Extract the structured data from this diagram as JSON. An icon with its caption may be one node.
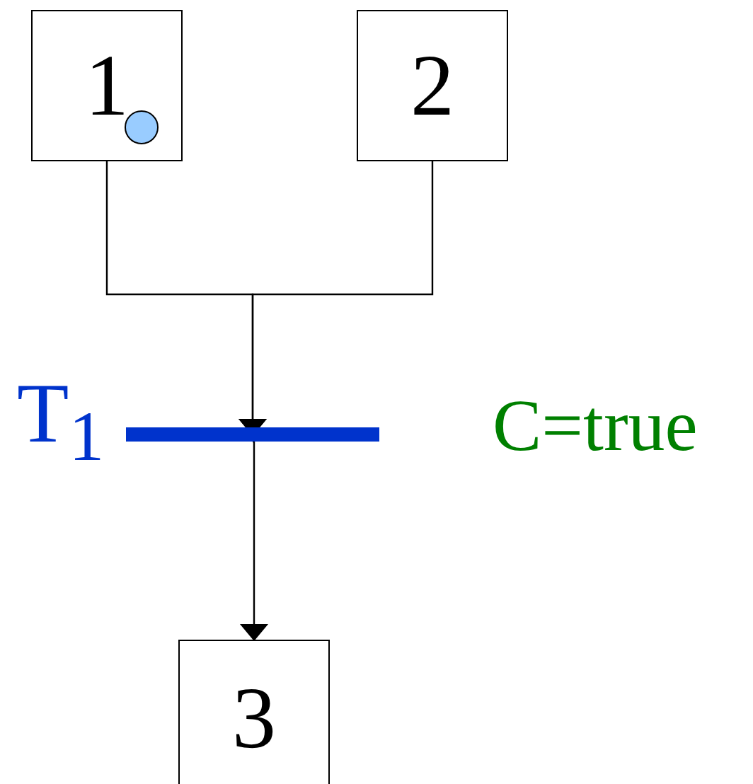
{
  "diagram": {
    "nodes": [
      {
        "text": [
          "1"
        ]
      },
      {
        "text": [
          "2"
        ]
      },
      {
        "text": [],
        "shape": "bar",
        "beside": [
          "T$_{1}$",
          "C=true"
        ]
      },
      {
        "text": [
          "3"
        ]
      }
    ],
    "edges": [
      {
        "from": 0,
        "to": 2,
        "arrow": "to"
      },
      {
        "from": 1,
        "to": 2,
        "arrow": "to"
      },
      {
        "from": 2,
        "to": 3,
        "arrow": "to"
      }
    ]
  }
}
